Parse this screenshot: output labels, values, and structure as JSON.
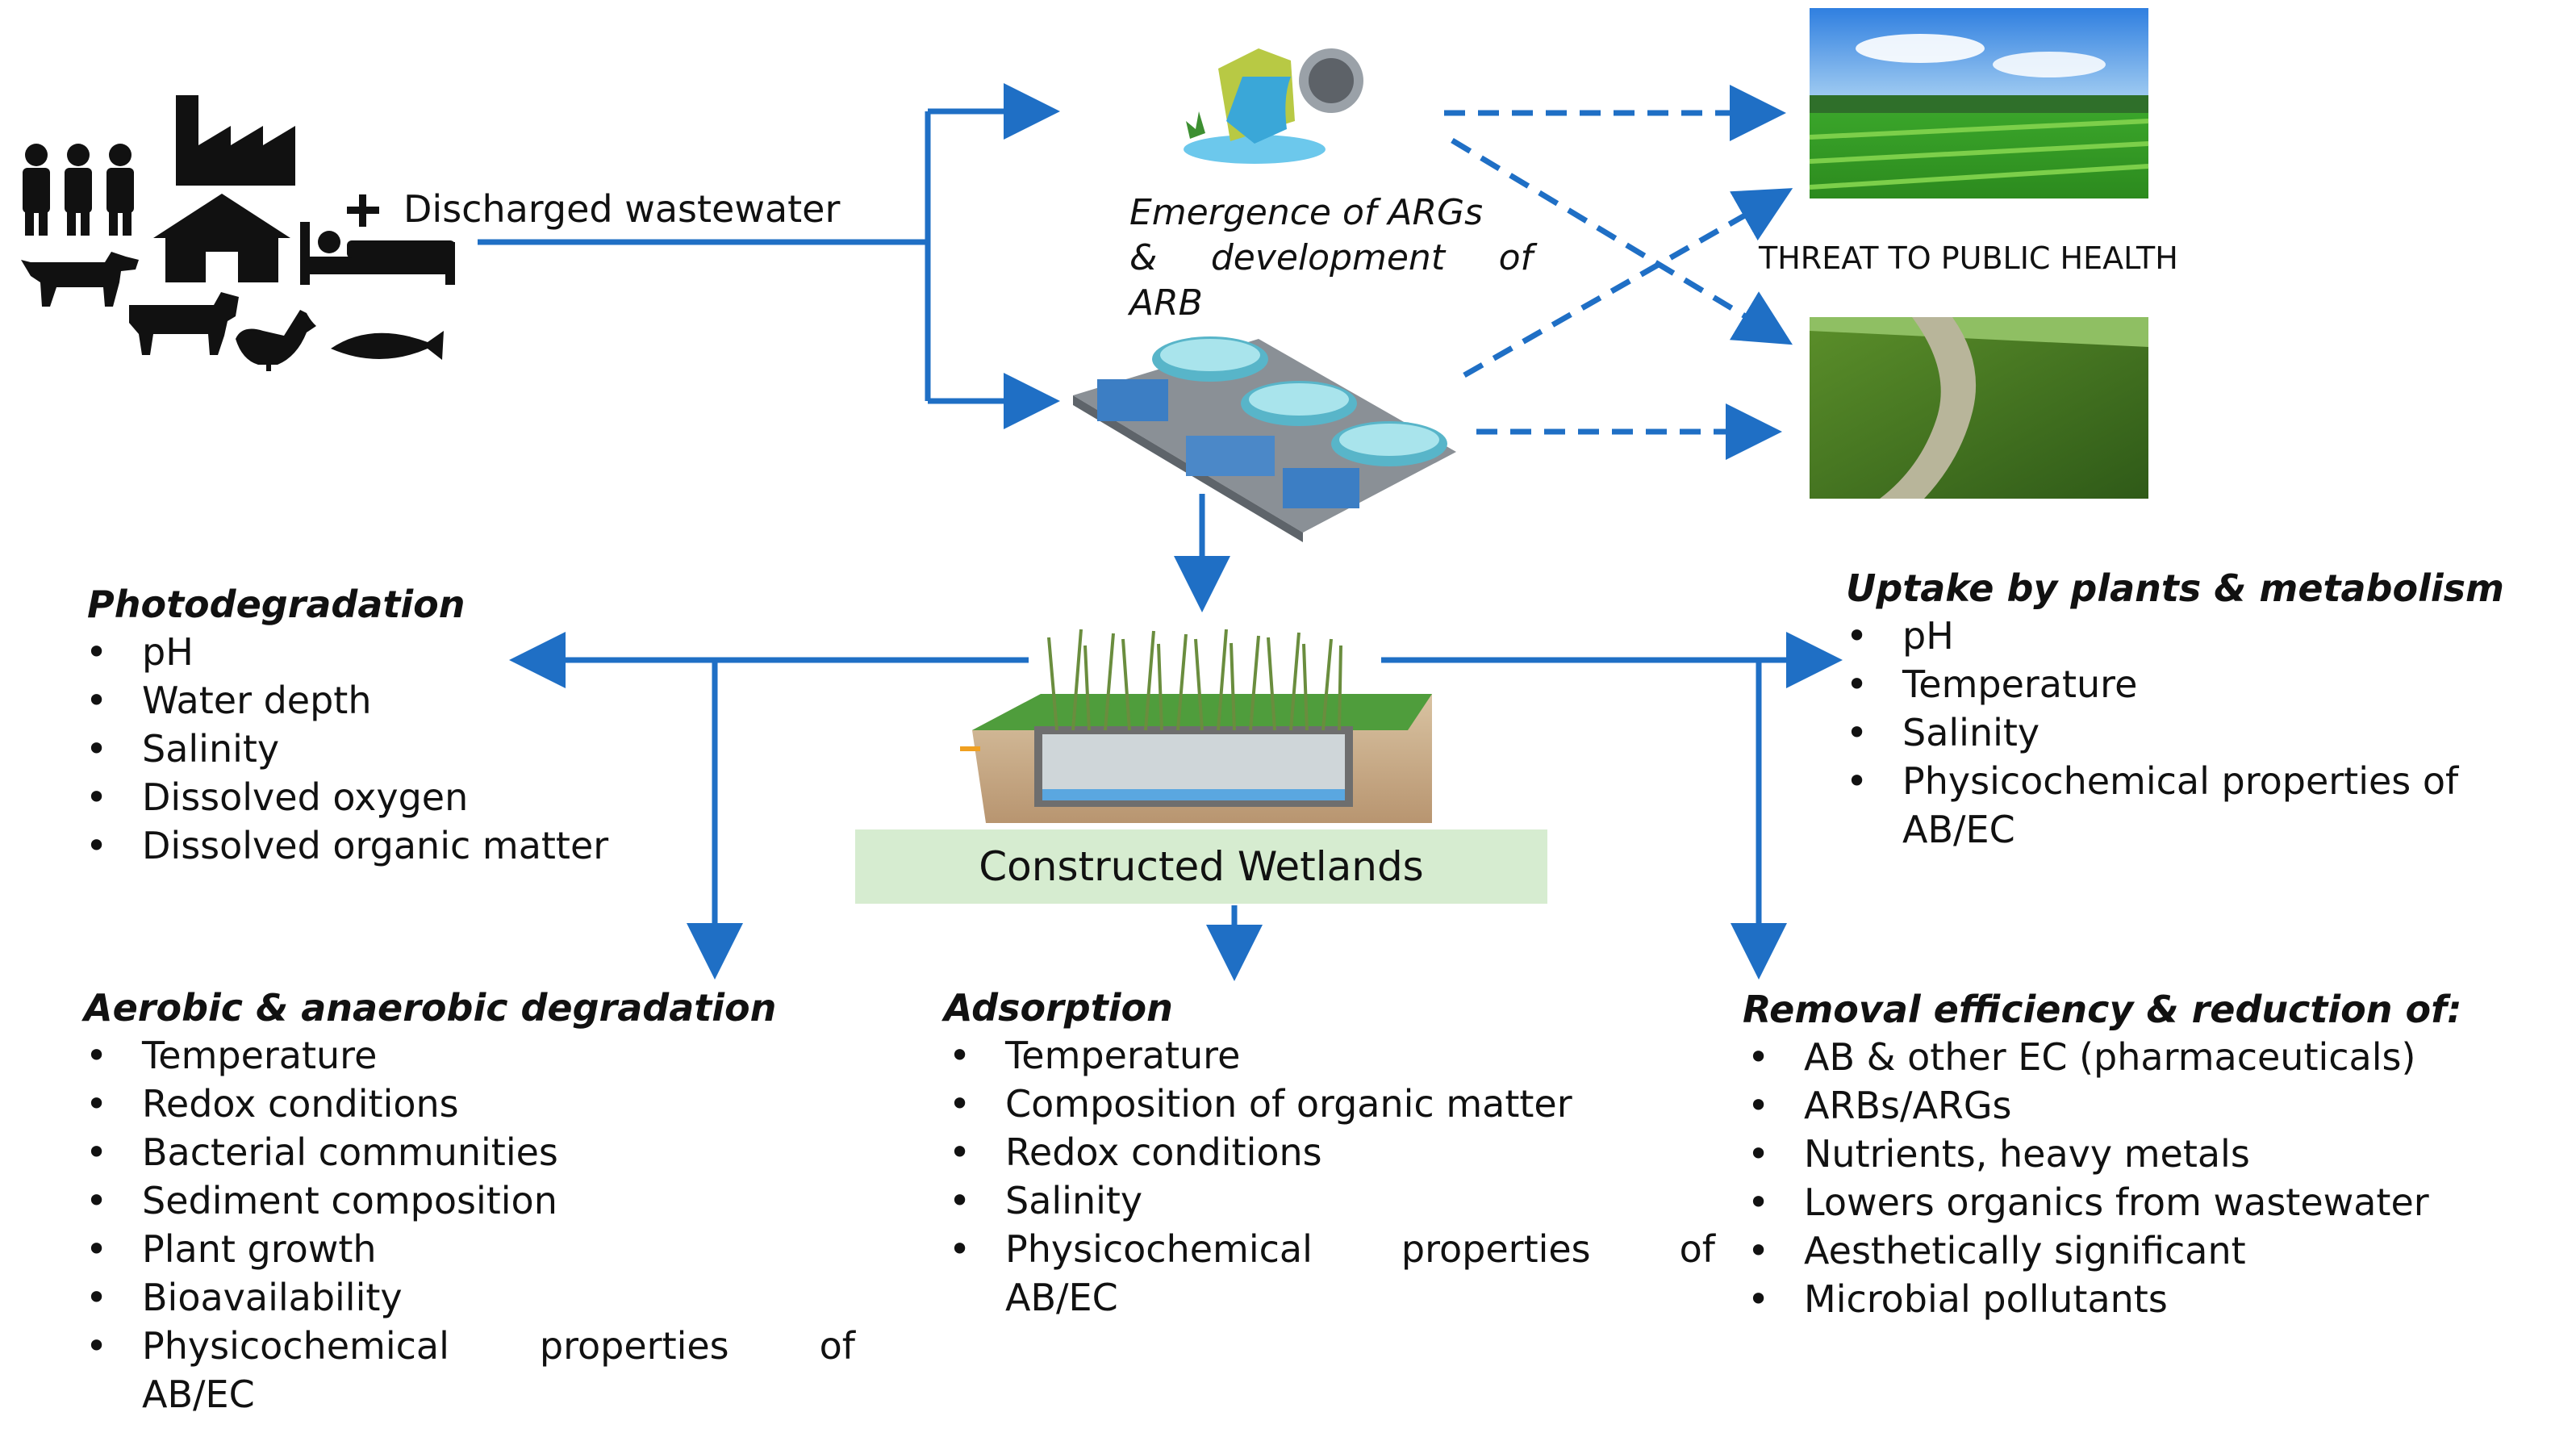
{
  "sources": {
    "label": "Discharged wastewater"
  },
  "emergence": {
    "line1": "Emergence of ARGs",
    "line2_words": [
      "&",
      "development",
      "of"
    ],
    "line3": "ARB"
  },
  "threat": {
    "label": "THREAT TO PUBLIC HEALTH"
  },
  "wetlands": {
    "label": "Constructed Wetlands"
  },
  "photodegradation": {
    "title": "Photodegradation",
    "items": [
      "pH",
      "Water depth",
      "Salinity",
      "Dissolved oxygen",
      "Dissolved organic matter"
    ]
  },
  "uptake": {
    "title": "Uptake by plants & metabolism",
    "items": [
      "pH",
      "Temperature",
      "Salinity",
      "Physicochemical properties of AB/EC"
    ]
  },
  "aerobic": {
    "title": "Aerobic & anaerobic degradation",
    "items": [
      "Temperature",
      "Redox conditions",
      "Bacterial communities",
      "Sediment composition",
      "Plant growth",
      "Bioavailability"
    ],
    "last_item_line1": [
      "Physicochemical",
      "properties",
      "of"
    ],
    "last_item_line2": "AB/EC"
  },
  "adsorption": {
    "title": "Adsorption",
    "items": [
      "Temperature",
      "Composition of organic matter",
      "Redox conditions",
      "Salinity"
    ],
    "last_item_line1": [
      "Physicochemical",
      "properties",
      "of"
    ],
    "last_item_line2": "AB/EC"
  },
  "removal": {
    "title": "Removal efficiency & reduction of:",
    "items": [
      "AB & other EC (pharmaceuticals)",
      "ARBs/ARGs",
      "Nutrients, heavy metals",
      "Lowers organics from wastewater",
      "Aesthetically significant",
      "Microbial pollutants"
    ]
  },
  "colors": {
    "arrow": "#1f6fc5",
    "wetland_label_bg": "#d6ecd0",
    "icon": "#111111"
  },
  "icons": [
    "people-icon",
    "factory-icon",
    "house-icon",
    "hospital-bed-icon",
    "dog-icon",
    "cow-icon",
    "duck-icon",
    "fish-icon",
    "outfall-pipe-icon",
    "treatment-plant-icon",
    "farmland-image",
    "river-image",
    "constructed-wetland-image"
  ]
}
